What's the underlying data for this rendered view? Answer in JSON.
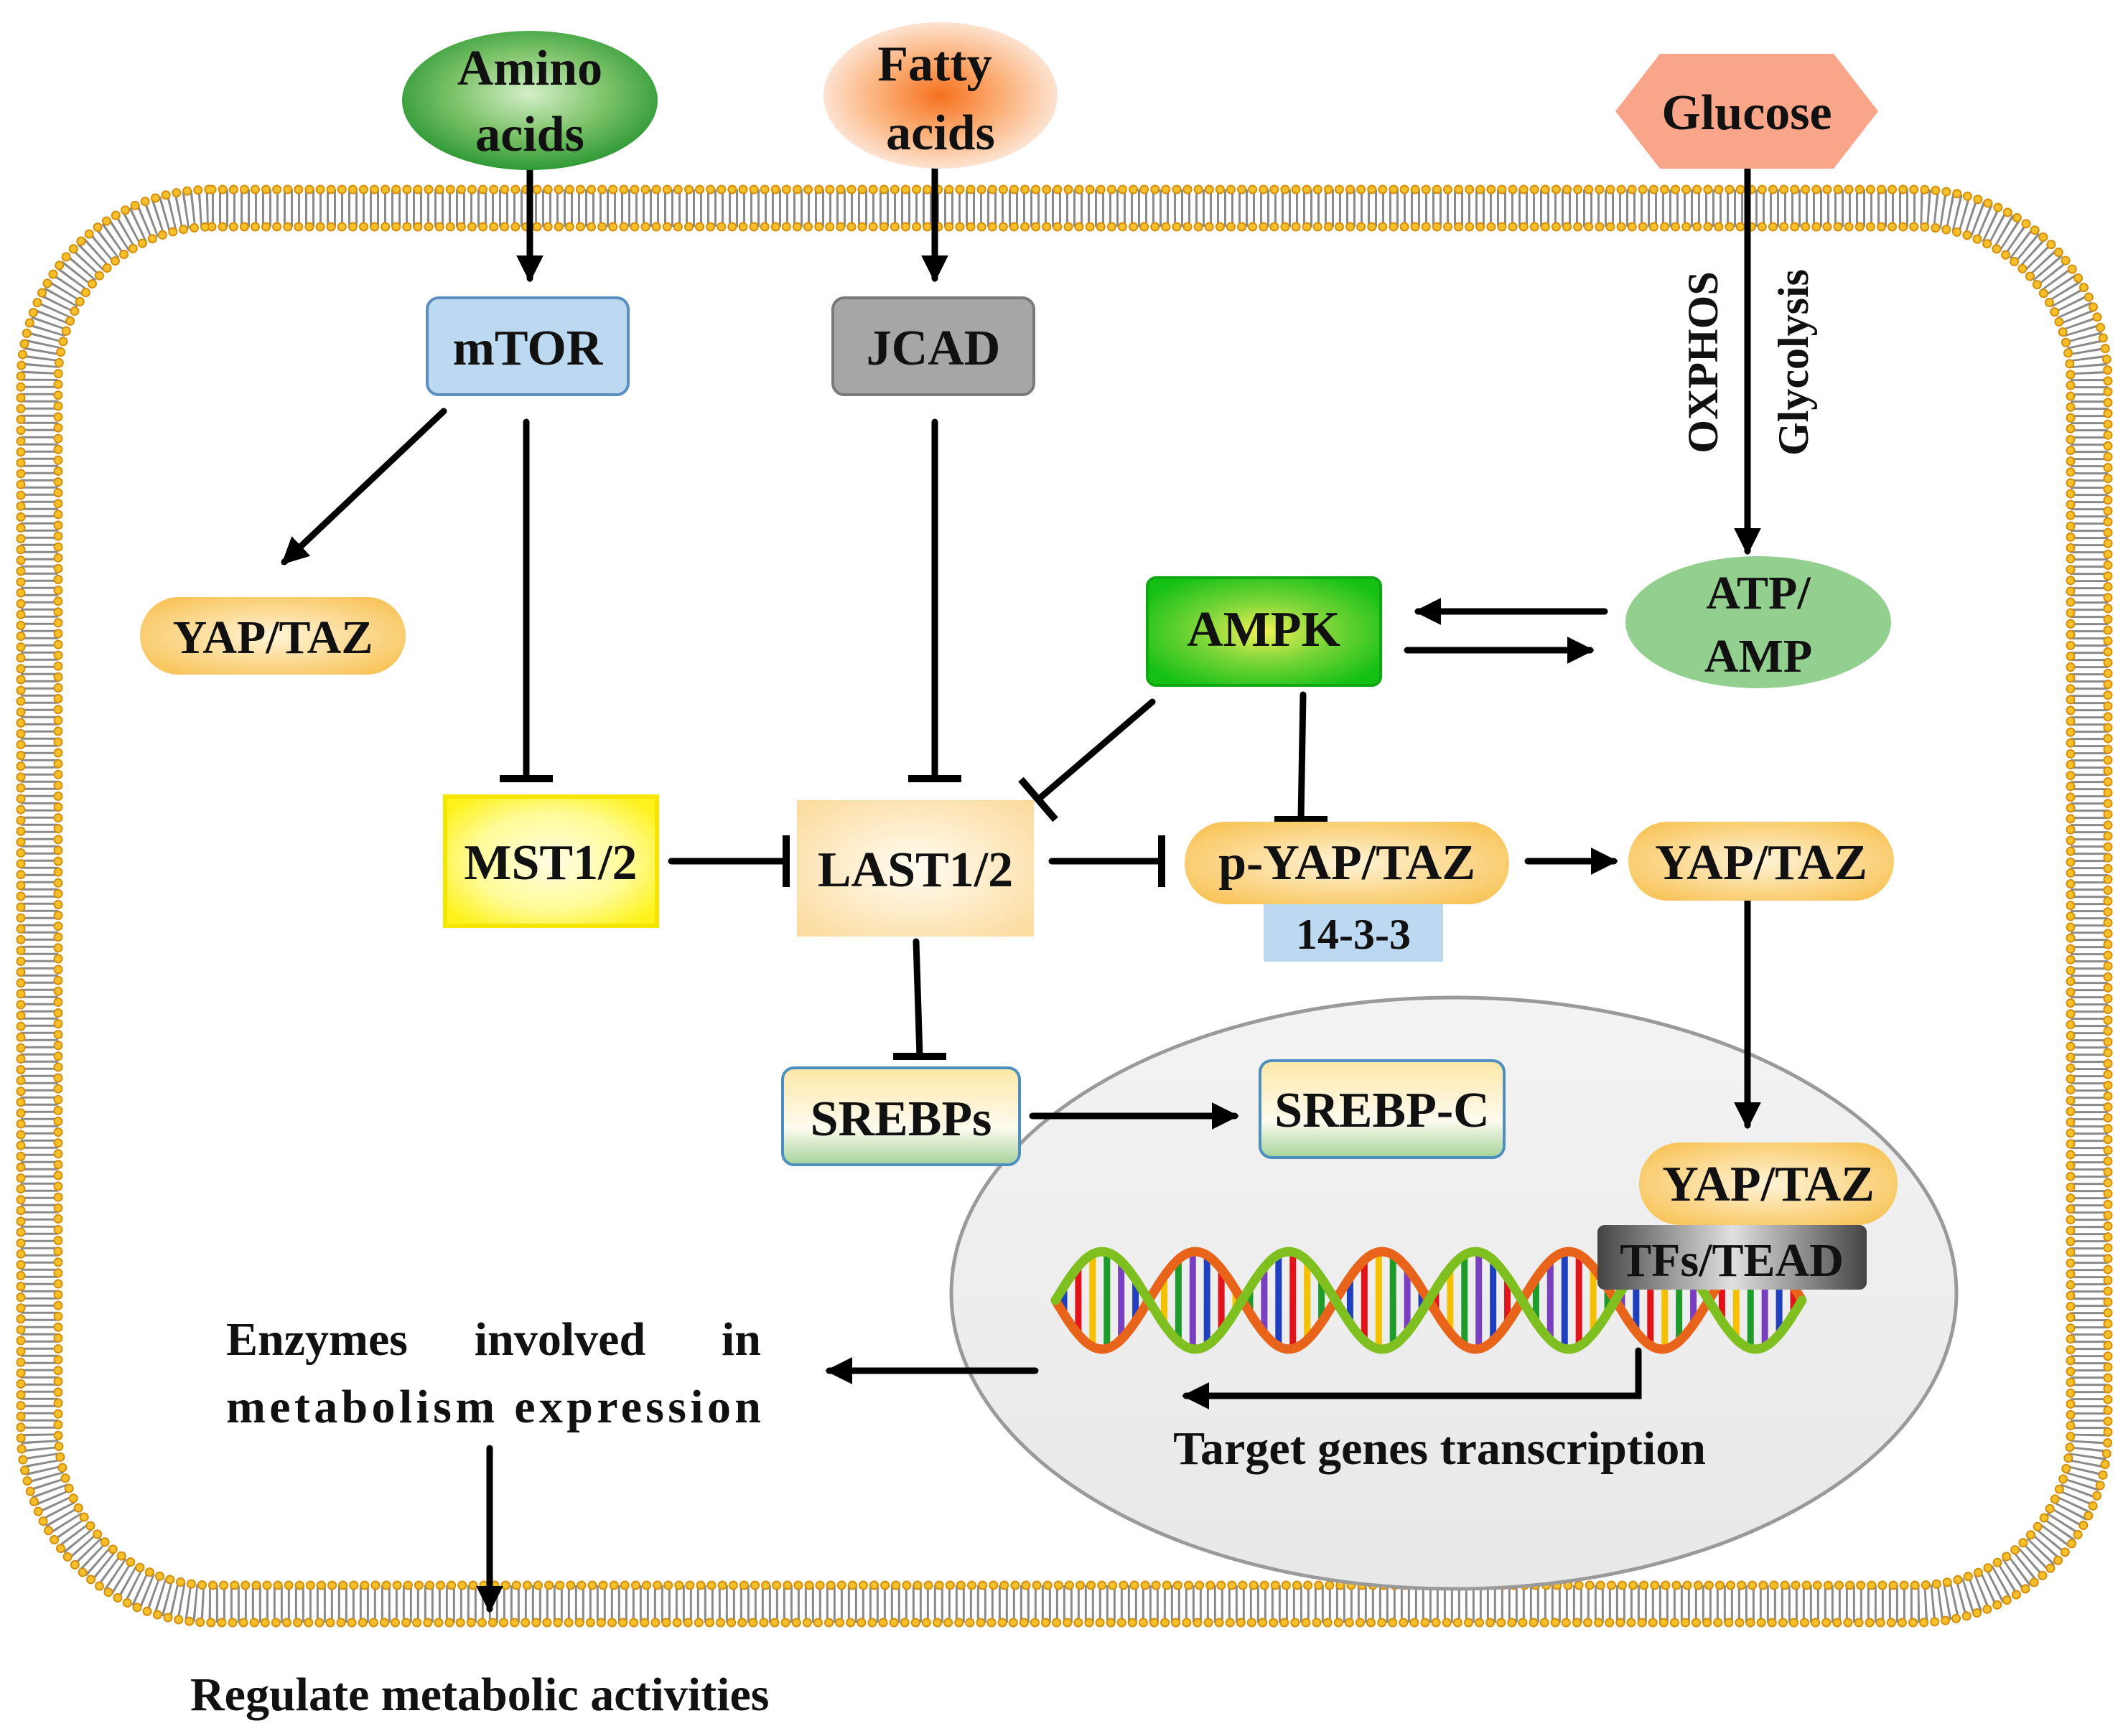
{
  "colors": {
    "membrane_head": "#f0b21a",
    "membrane_head_edge": "#c97a06",
    "mtor_fill": "#bcd9f1",
    "jcad_fill": "#a8a5a5",
    "mst_fill": "#ffff33",
    "last_fill": "#fde7b5",
    "yaptaz_fill": "#fbd37a",
    "ampk_fill": "#19c219",
    "atp_fill": "#93d08f",
    "glucose_fill": "#f9a58a",
    "nucleus_fill": "#eeeeee",
    "tead_fill": "#555555"
  },
  "nodes": {
    "amino_acids": {
      "line1": "Amino",
      "line2": "acids",
      "shape": "green-ellipse"
    },
    "fatty_acids": {
      "line1": "Fatty",
      "line2": "acids",
      "shape": "orange-ellipse"
    },
    "glucose": {
      "label": "Glucose",
      "shape": "hexagon"
    },
    "mtor": {
      "label": "mTOR"
    },
    "jcad": {
      "label": "JCAD"
    },
    "yaptaz_left": {
      "label": "YAP/TAZ"
    },
    "ampk": {
      "label": "AMPK"
    },
    "atp_amp": {
      "line1": "ATP/",
      "line2": "AMP"
    },
    "mst12": {
      "label": "MST1/2"
    },
    "last12": {
      "label": "LAST1/2"
    },
    "p_yaptaz": {
      "label": "p-YAP/TAZ"
    },
    "protein_1433": {
      "label": "14-3-3"
    },
    "yaptaz_right": {
      "label": "YAP/TAZ"
    },
    "srebps": {
      "label": "SREBPs"
    },
    "srebp_c": {
      "label": "SREBP-C"
    },
    "yaptaz_nuclear": {
      "label": "YAP/TAZ"
    },
    "tfs_tead": {
      "label": "TFs/TEAD"
    }
  },
  "texts": {
    "oxphos": "OXPHOS",
    "glycolysis": "Glycolysis",
    "enzymes_line1_w1": "Enzymes",
    "enzymes_line1_w2": "involved",
    "enzymes_line1_w3": "in",
    "enzymes_line2": "metabolism expression",
    "target_genes": "Target genes transcription",
    "regulate": "Regulate metabolic activities"
  },
  "icons": {
    "membrane": "phospholipid-bilayer-icon",
    "dna": "dna-double-helix-icon"
  }
}
